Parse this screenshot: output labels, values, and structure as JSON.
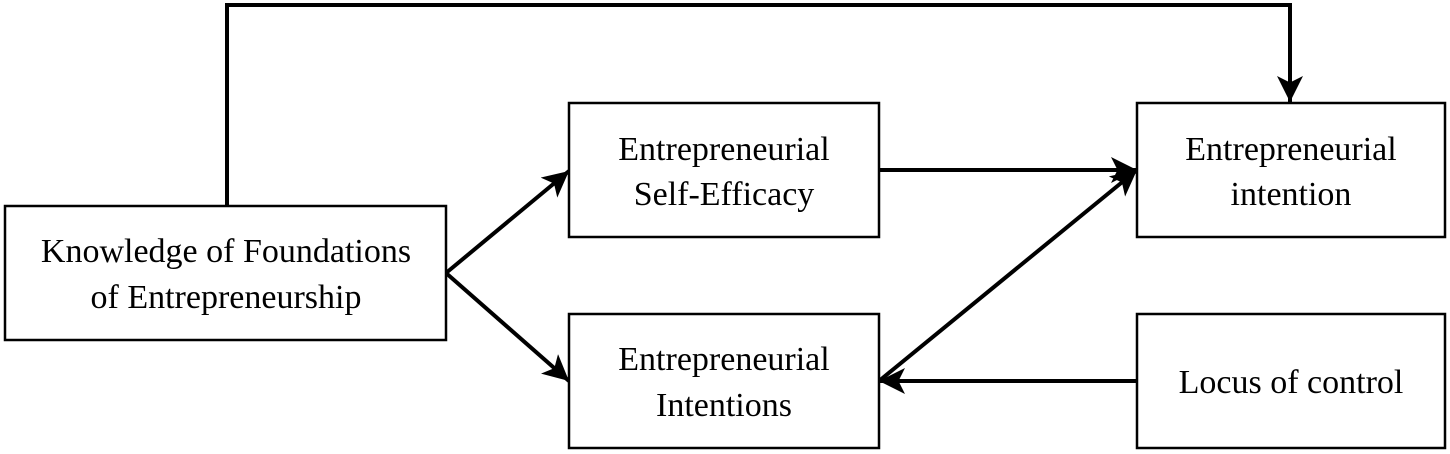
{
  "diagram": {
    "nodes": {
      "knowledge": {
        "line1": "Knowledge of Foundations",
        "line2": "of Entrepreneurship"
      },
      "self_efficacy": {
        "line1": "Entrepreneurial",
        "line2": "Self-Efficacy"
      },
      "intentions": {
        "line1": "Entrepreneurial",
        "line2": "Intentions"
      },
      "intention": {
        "line1": "Entrepreneurial",
        "line2": "intention"
      },
      "locus": {
        "line1": "Locus of control"
      }
    },
    "colors": {
      "stroke": "#000000",
      "background": "#ffffff"
    }
  }
}
